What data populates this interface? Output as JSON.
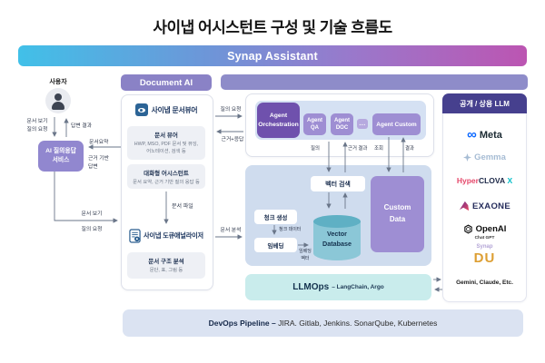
{
  "title": "사이냅 어시스턴트 구성 및 기술 흐름도",
  "banner": {
    "label": "Synap Assistant"
  },
  "user_flow": {
    "user": "사용자",
    "ai_service": "AI 질의응답\n서비스",
    "view_request": "문서 보기\n질의 요청",
    "answer_result": "답변 결과",
    "doc_summary": "문서요약",
    "evidence_answer": "근거 기반\n답변",
    "doc_view": "문서 보기",
    "query_request": "질의 요청"
  },
  "document_ai": {
    "header": "Document AI",
    "viewer_title": "사이냅 문서뷰어",
    "viewer_box_title": "문서 뷰어",
    "viewer_box_desc": "HWP, MSO, PDF 문서 및 뷰잉,\n어노테이션, 검색 등",
    "assistant_box_title": "대화형 어시스턴트",
    "assistant_box_desc": "문서 요약, 근거 기반 질의 응답 등",
    "doc_file": "문서 파일",
    "analyzer_title": "사이냅 도큐애널라이저",
    "analyzer_box_title": "문서 구조 분석",
    "analyzer_box_desc": "문단, 표, 그림 등"
  },
  "to_agent": {
    "query_request": "질의 요청",
    "evidence_answer": "근거+응답",
    "doc_analysis": "문서 분석"
  },
  "agents": {
    "orchestration": "Agent\nOrchestration",
    "qa": "Agent\nQA",
    "doc": "Agent\nDOC",
    "more": "...",
    "custom": "Agent Custom",
    "query": "질의",
    "evidence_result": "근거 결과",
    "lookup": "조회",
    "result": "결과"
  },
  "rag": {
    "vector_search": "벡터 검색",
    "chunk_gen": "청크 생성",
    "chunk_data": "청크 데이터",
    "embedding": "임베딩",
    "embedding_vector": "임베딩\n벡터",
    "vector_db": "Vector\nDatabase",
    "custom_data": "Custom\nData"
  },
  "llmops": {
    "name": "LLMOps",
    "detail": "– LangChain, Argo"
  },
  "llm_panel": {
    "header": "공개 / 상용 LLM",
    "meta": "Meta",
    "meta_mark": "∞",
    "gemma": "Gemma",
    "hyperclova": {
      "p1": "Hyper",
      "p2": "CLOVA",
      "p3": " X"
    },
    "exaone": "EXAONE",
    "openai": "OpenAI",
    "chatgpt": "Chat GPT",
    "synap": "Synap",
    "du": "DU",
    "footer": "Gemini, Claude, Etc."
  },
  "devops": {
    "bold": "DevOps Pipeline – ",
    "rest": "JIRA. Gitlab, Jenkins. SonarQube, Kubernetes"
  },
  "colors": {
    "banner_gradient_start": "#41c0e8",
    "banner_gradient_end": "#bc55b2",
    "purple_header": "#8a82c6",
    "purple_dark": "#6f51ad",
    "purple_mid": "#9e8ed3",
    "purple_ai_box": "#9187cf",
    "panel_header": "#46408e",
    "light_blue": "#d5e1f3",
    "container_blue": "#cfdcee",
    "llmops_teal": "#c9ecec",
    "devops_blue": "#dbe3f2",
    "cylinder_body": "#8bc7d7",
    "cylinder_top": "#5fb0c4",
    "meta_blue": "#0866FF",
    "gemma_blue": "#a6bcd4",
    "clova_red": "#e5486b",
    "clova_navy": "#1b2747",
    "clova_teal": "#00bdc7",
    "exaone_navy": "#262d5c",
    "du_gold": "#dd9f33",
    "arrow": "#6a7689"
  }
}
